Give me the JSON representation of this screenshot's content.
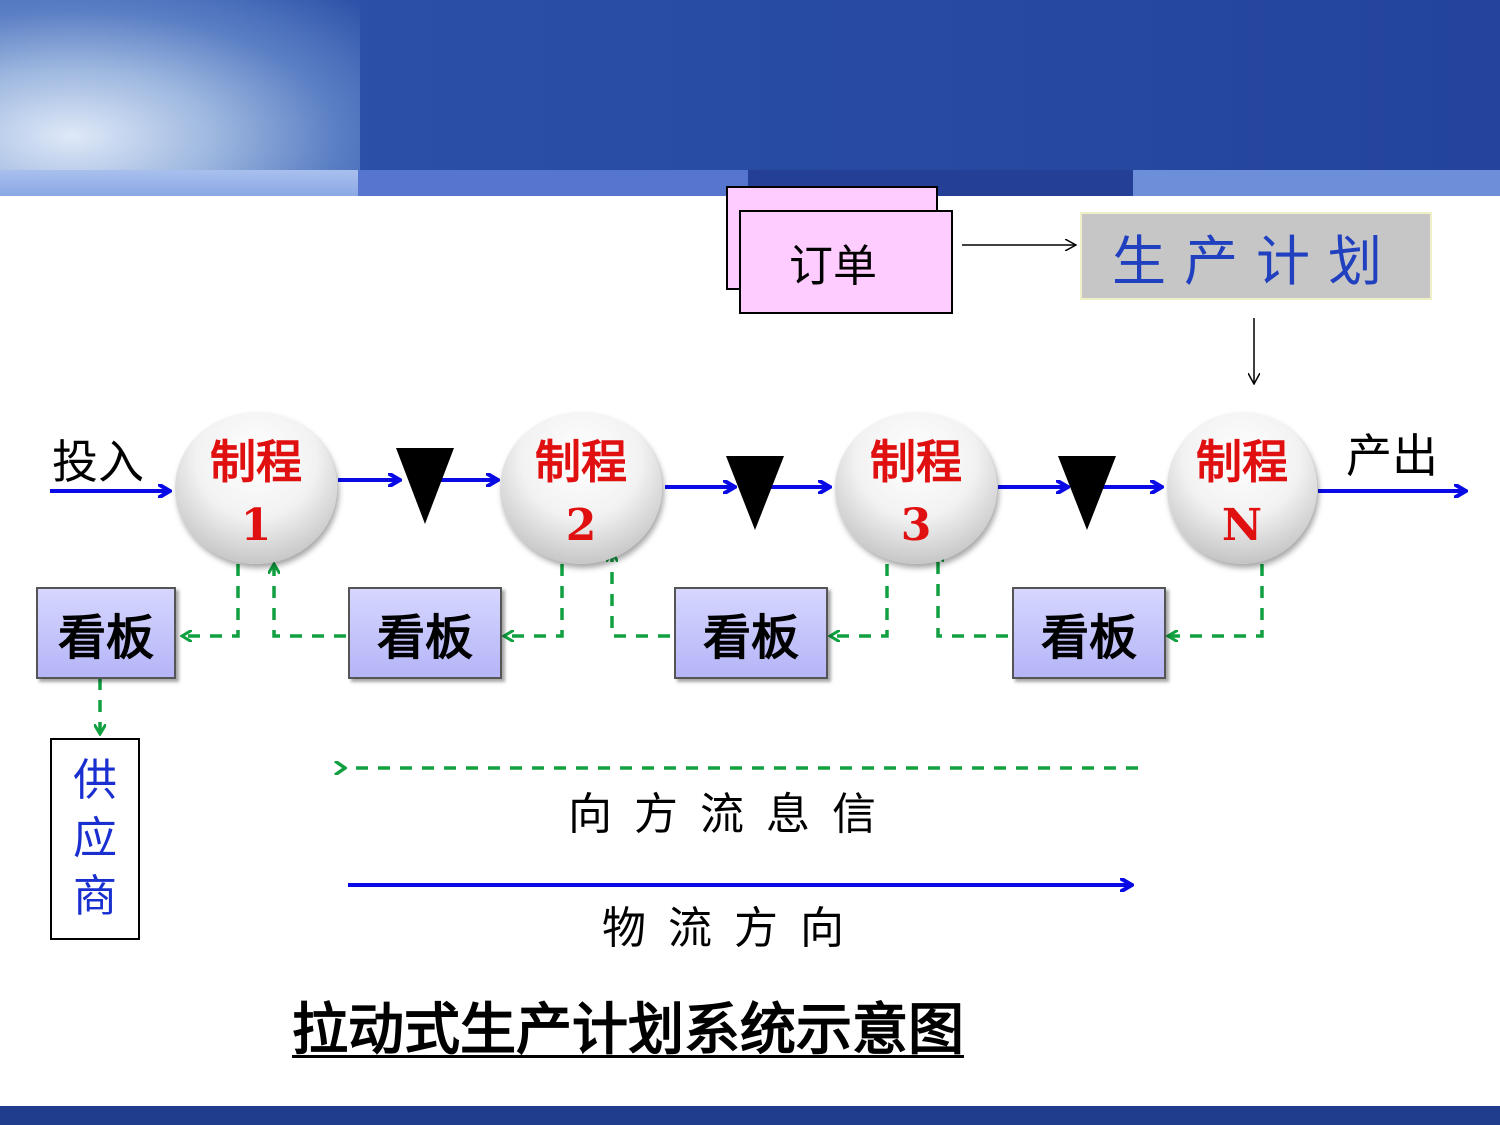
{
  "order": {
    "label": "订单"
  },
  "plan": {
    "label": "生产计划"
  },
  "input_label": "投入",
  "output_label": "产出",
  "processes": [
    {
      "title": "制程",
      "number": "1"
    },
    {
      "title": "制程",
      "number": "2"
    },
    {
      "title": "制程",
      "number": "3"
    },
    {
      "title": "制程",
      "number": "N"
    }
  ],
  "kanban_label": "看板",
  "supplier": {
    "chars": [
      "供",
      "应",
      "商"
    ]
  },
  "info_flow_label": "向方流息信",
  "material_flow_label": "物流方向",
  "caption": "拉动式生产计划系统示意图",
  "colors": {
    "material_flow": "#0a0ae6",
    "info_flow": "#10a040",
    "process_text": "#e01010",
    "header": "#2b4fa6"
  }
}
